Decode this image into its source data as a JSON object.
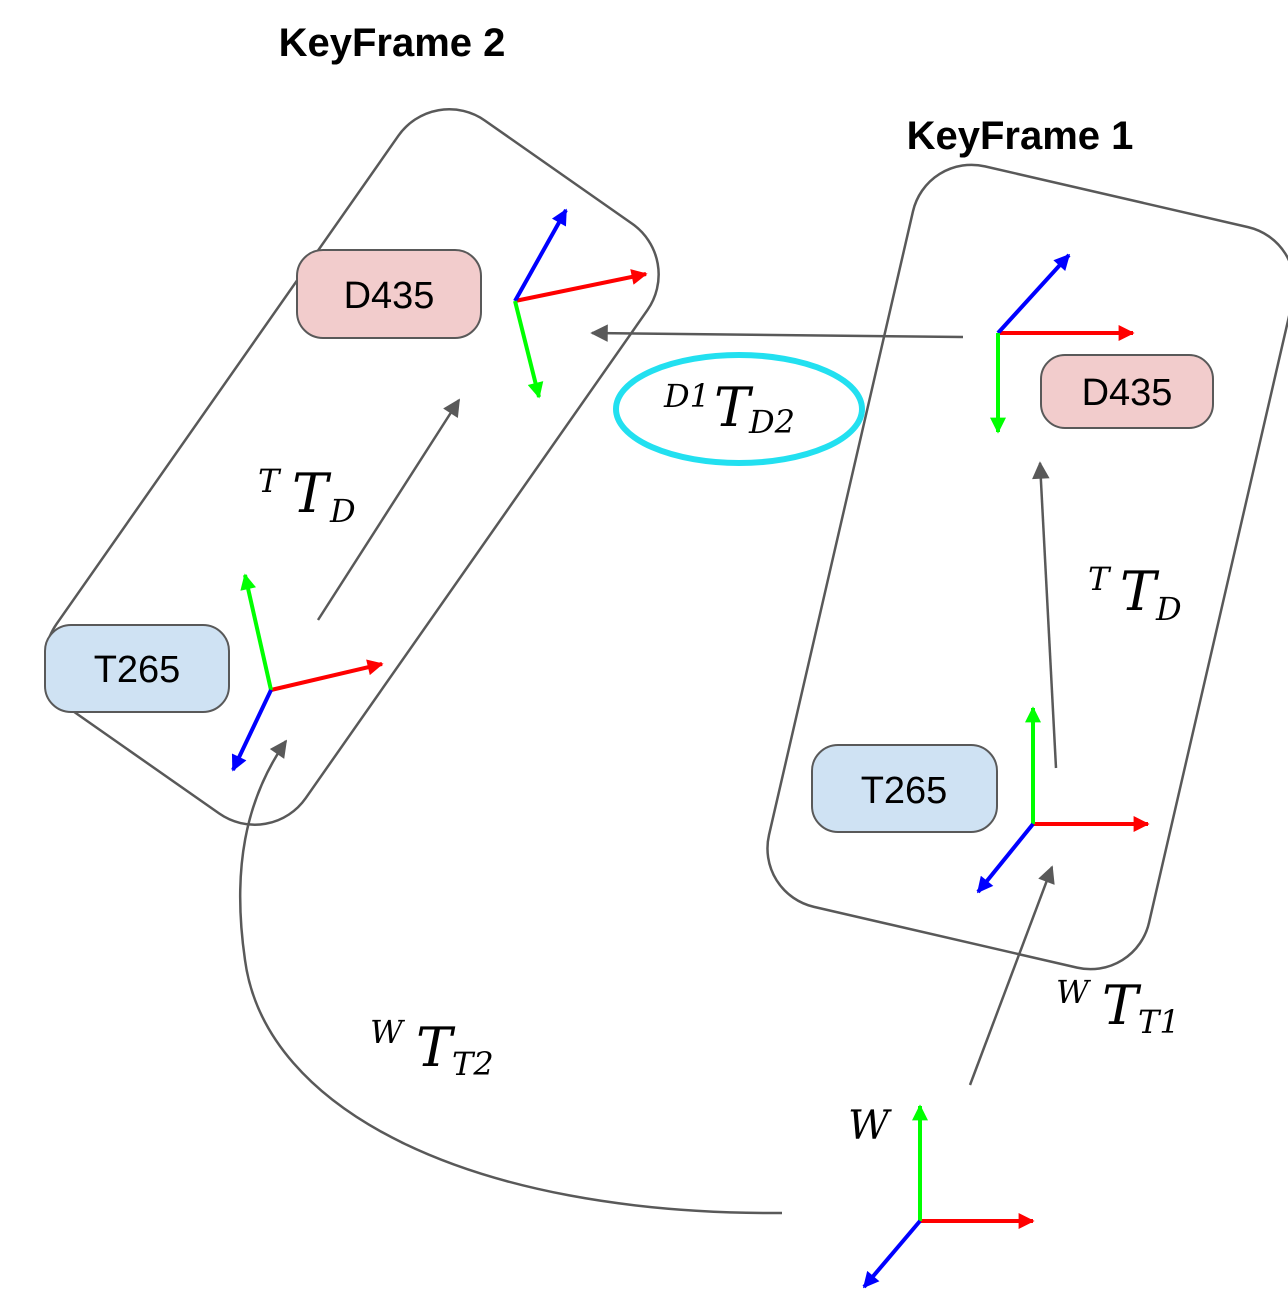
{
  "keyframe2": {
    "title": "KeyFrame 2",
    "d435_label": "D435",
    "t265_label": "T265",
    "transform_t_d": {
      "sup": "T",
      "main": "T",
      "sub": "D"
    }
  },
  "keyframe1": {
    "title": "KeyFrame 1",
    "d435_label": "D435",
    "t265_label": "T265",
    "transform_t_d": {
      "sup": "T",
      "main": "T",
      "sub": "D"
    }
  },
  "relative_transform": {
    "sup": "D1",
    "main": "T",
    "sub": "D2",
    "highlight_color": "#22e0f0"
  },
  "world_to_t1": {
    "sup": "W",
    "main": "T",
    "sub": "T1"
  },
  "world_to_t2": {
    "sup": "W",
    "main": "T",
    "sub": "T2"
  },
  "world_frame_label": "W",
  "colors": {
    "d435_fill": "#f2cccc",
    "t265_fill": "#cfe2f3",
    "axis_x": "#ff0000",
    "axis_y": "#00ff00",
    "axis_z": "#0000ff",
    "arrow": "#595959",
    "outline": "#595959"
  }
}
